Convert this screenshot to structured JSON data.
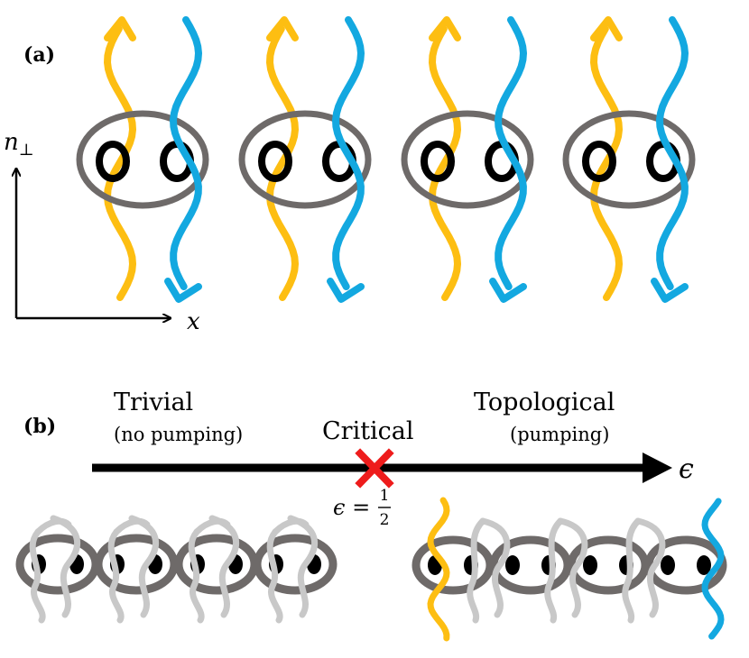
{
  "panel_a": {
    "label": "(a)",
    "axis_y_label": "n",
    "axis_y_subscript": "⊥",
    "axis_x_label": "x"
  },
  "panel_b": {
    "label": "(b)",
    "trivial": "Trivial",
    "trivial_sub": "(no pumping)",
    "critical": "Critical",
    "topological": "Topological",
    "topological_sub": "(pumping)",
    "axis_label": "ϵ",
    "critical_value_lhs": "ϵ =",
    "critical_value_num": "1",
    "critical_value_den": "2"
  },
  "colors": {
    "upward_wave": "#FDBE12",
    "downward_wave": "#13A8E0",
    "ring": "#6E6A69",
    "hole": "#000000",
    "faded_wave": "#C8C8C8",
    "critical_marker": "#EE1C1C"
  }
}
